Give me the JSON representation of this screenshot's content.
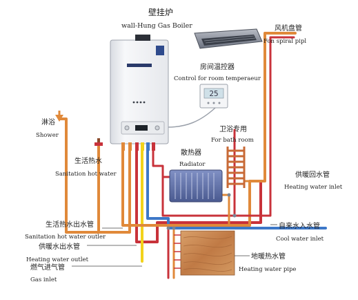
{
  "labels": {
    "boiler_zh": "壁挂炉",
    "boiler_en": "wall-Hung Gas Boiler",
    "brand": "",
    "fan_coil_zh": "风机盘管",
    "fan_coil_en": "Fon spiral pipl",
    "thermostat_zh": "房间温控器",
    "thermostat_en": "Control for room temperaeur",
    "thermostat_display": "25",
    "shower_zh": "淋浴",
    "shower_en": "Shower",
    "san_hot_zh": "生活热水",
    "san_hot_en": "Sanitation hot water",
    "bath_zh": "卫浴专用",
    "bath_en": "For bath room",
    "radiator_zh": "散热器",
    "radiator_en": "Radiator",
    "heat_return_zh": "供暖回水管",
    "heat_return_en": "Heating water inlet",
    "hot_outlet_zh": "生活热水出水管",
    "hot_outlet_en": "Sanitation hot water outler",
    "heat_outlet_zh": "供暖水出水管",
    "heat_outlet_en": "Heating water outlet",
    "gas_zh": "燃气进气管",
    "gas_en": "Gas inlet",
    "cool_zh": "自来水入水管",
    "cool_en": "Cool water inlet",
    "floor_zh": "地暖热水管",
    "floor_en": "Heating water pipe"
  },
  "colors": {
    "pipe_orange": "#e0893a",
    "pipe_red": "#c8323a",
    "pipe_yellow": "#f2d21b",
    "pipe_blue": "#3d78c8",
    "boiler_body": "#f3f4f6",
    "radiator": "#5d6fa6",
    "towel_rail": "#c86a36",
    "floor_wood": "#c98a55"
  }
}
